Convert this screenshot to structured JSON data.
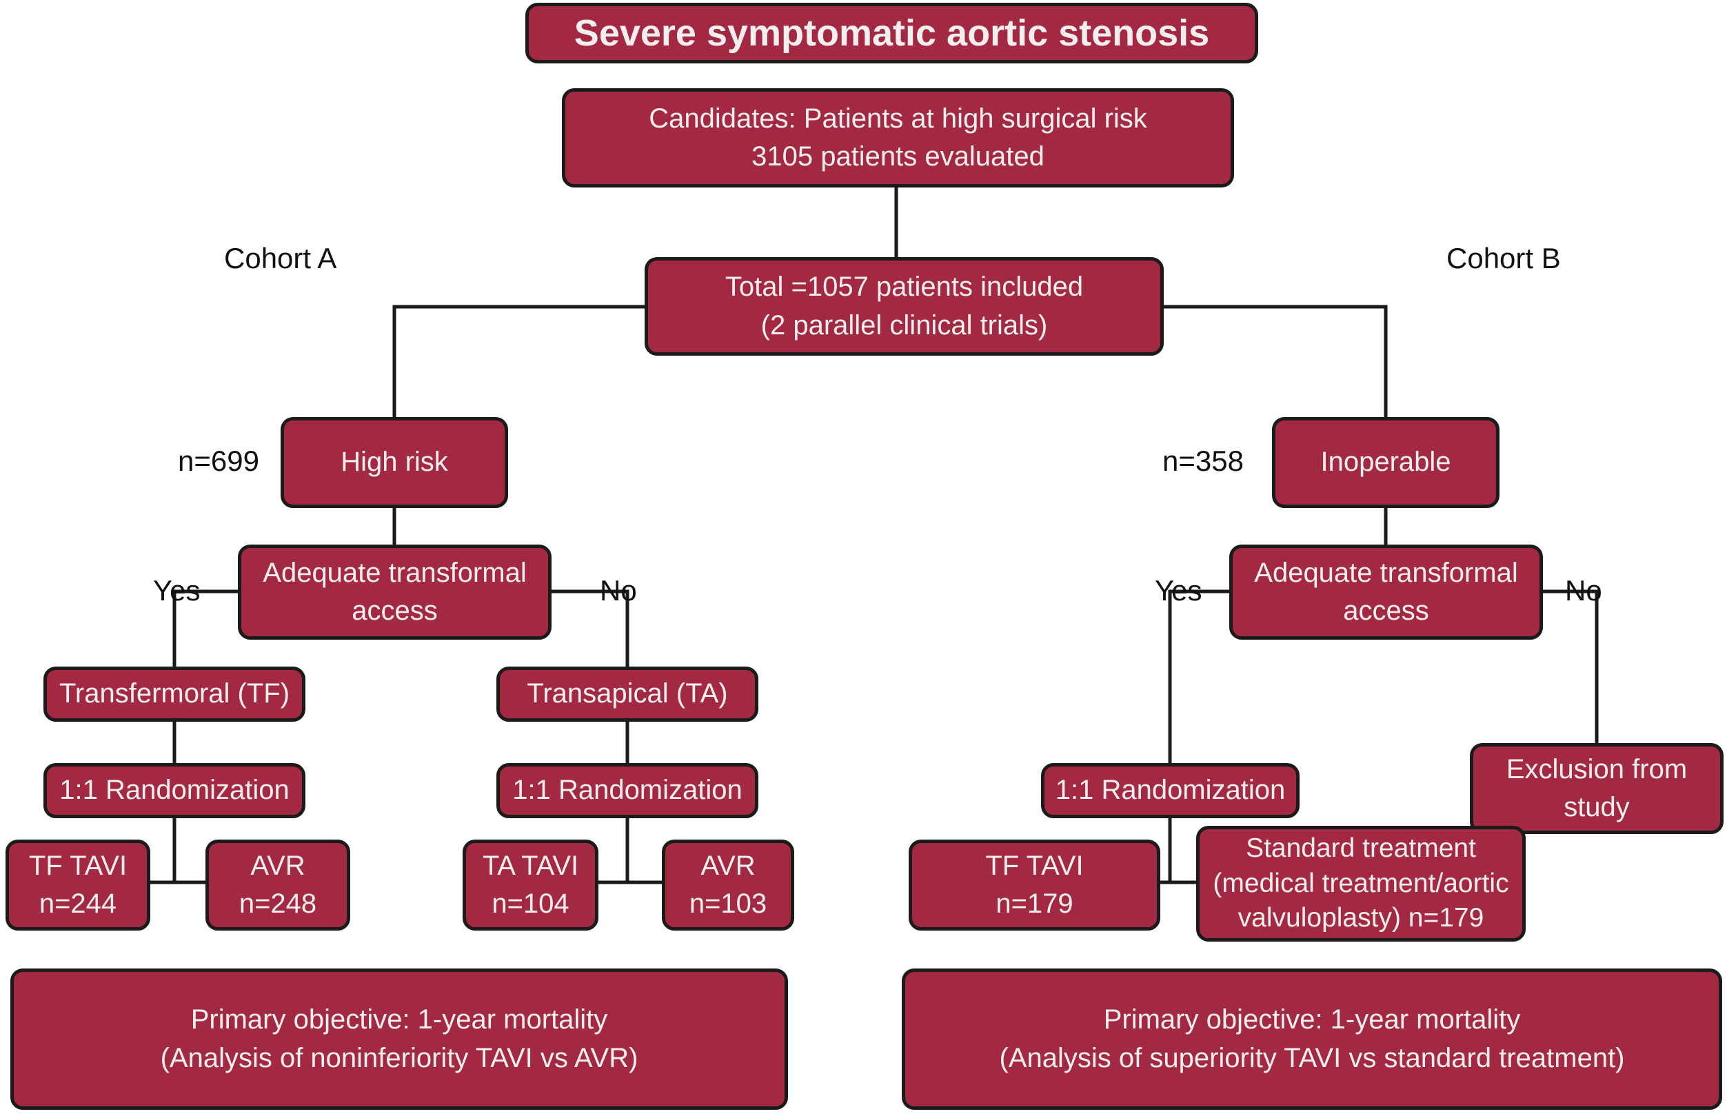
{
  "theme": {
    "box_fill": "#A32942",
    "box_border": "#1B1B1B",
    "box_text": "#F5EEEE",
    "line_color": "#1B1B1B",
    "label_color": "#111111",
    "background": "#FFFFFF"
  },
  "labels": {
    "cohort_a": "Cohort A",
    "cohort_b": "Cohort B",
    "n_high_risk": "n=699",
    "n_inoperable": "n=358",
    "yes_left": "Yes",
    "no_left": "No",
    "yes_right": "Yes",
    "no_right": "No"
  },
  "nodes": {
    "title": {
      "label": "Severe symptomatic aortic stenosis"
    },
    "candidates": {
      "lines": [
        "Candidates: Patients at high surgical risk",
        "3105 patients evaluated"
      ]
    },
    "total": {
      "lines": [
        "Total =1057 patients included",
        "(2 parallel clinical trials)"
      ]
    },
    "high_risk": {
      "label": "High risk"
    },
    "inoperable": {
      "label": "Inoperable"
    },
    "adequate_access_left": {
      "lines": [
        "Adequate transformal",
        "access"
      ]
    },
    "adequate_access_right": {
      "lines": [
        "Adequate transformal",
        "access"
      ]
    },
    "transfemoral": {
      "label": "Transfermoral (TF)"
    },
    "transapical": {
      "label": "Transapical (TA)"
    },
    "randomization_tf": {
      "label": "1:1 Randomization"
    },
    "randomization_ta": {
      "label": "1:1 Randomization"
    },
    "randomization_b": {
      "label": "1:1 Randomization"
    },
    "exclusion": {
      "lines": [
        "Exclusion from",
        "study"
      ]
    },
    "tf_tavi_a": {
      "lines": [
        "TF TAVI",
        "n=244"
      ]
    },
    "avr_a": {
      "lines": [
        "AVR",
        "n=248"
      ]
    },
    "ta_tavi": {
      "lines": [
        "TA TAVI",
        "n=104"
      ]
    },
    "avr_ta": {
      "lines": [
        "AVR",
        "n=103"
      ]
    },
    "tf_tavi_b": {
      "lines": [
        "TF TAVI",
        "n=179"
      ]
    },
    "standard_treatment": {
      "lines": [
        "Standard treatment",
        "(medical treatment/aortic",
        "valvuloplasty) n=179"
      ]
    },
    "primary_objective_a": {
      "lines": [
        "Primary objective: 1-year mortality",
        "(Analysis of noninferiority TAVI vs AVR)"
      ]
    },
    "primary_objective_b": {
      "lines": [
        "Primary objective: 1-year mortality",
        "(Analysis of superiority TAVI vs standard treatment)"
      ]
    }
  }
}
